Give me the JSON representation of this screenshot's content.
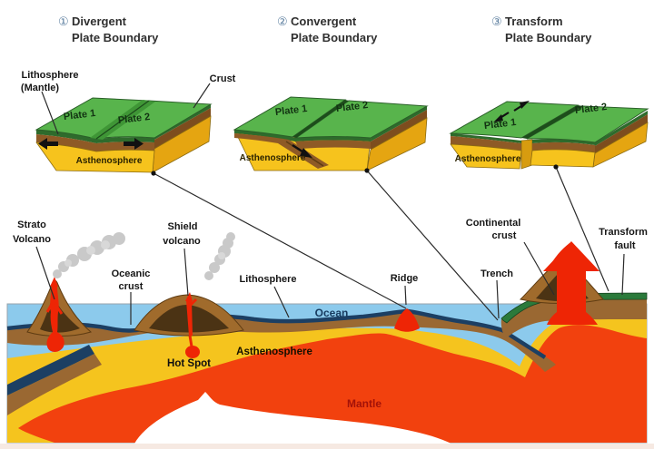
{
  "palette": {
    "plate_green": "#58b44c",
    "green_edge": "#2e6b2c",
    "crust_brown": "#8e5a26",
    "asthenosphere_yellow": "#f5c41e",
    "side_yellow": "#e5a511",
    "ocean_blue": "#8ccaec",
    "oceanic_crust_navy": "#1c3f63",
    "lithosphere_brown": "#9a6832",
    "volcano_dark": "#4b3314",
    "magma_red": "#ee2505",
    "mantle_red": "#f2410e",
    "continent_green": "#2b7a3b",
    "smoke_gray": "#c9c9c9",
    "number_blue": "#5a7d9e"
  },
  "headings": [
    {
      "number": "①",
      "line1": "Divergent",
      "line2": "Plate Boundary"
    },
    {
      "number": "②",
      "line1": "Convergent",
      "line2": "Plate Boundary"
    },
    {
      "number": "③",
      "line1": "Transform",
      "line2": "Plate Boundary"
    }
  ],
  "blocks": {
    "divergent": {
      "plate1": "Plate 1",
      "plate2": "Plate 2",
      "asthenosphere": "Asthenosphere"
    },
    "convergent": {
      "plate1": "Plate 1",
      "plate2": "Plate 2",
      "asthenosphere": "Asthenosphere"
    },
    "transform": {
      "plate1": "Plate 1",
      "plate2": "Plate 2",
      "asthenosphere": "Asthenosphere"
    }
  },
  "block_labels": {
    "lithosphere_line1": "Lithosphere",
    "lithosphere_line2": "(Mantle)",
    "crust": "Crust"
  },
  "cross_section_labels": {
    "strato_line1": "Strato",
    "strato_line2": "Volcano",
    "shield_line1": "Shield",
    "shield_line2": "volcano",
    "oceanic_line1": "Oceanic",
    "oceanic_line2": "crust",
    "lithosphere": "Lithosphere",
    "ocean": "Ocean",
    "ridge": "Ridge",
    "trench": "Trench",
    "continental_line1": "Continental",
    "continental_line2": "crust",
    "transform_line1": "Transform",
    "transform_line2": "fault",
    "hot_spot": "Hot Spot",
    "asthenosphere": "Asthenosphere",
    "mantle": "Mantle"
  }
}
